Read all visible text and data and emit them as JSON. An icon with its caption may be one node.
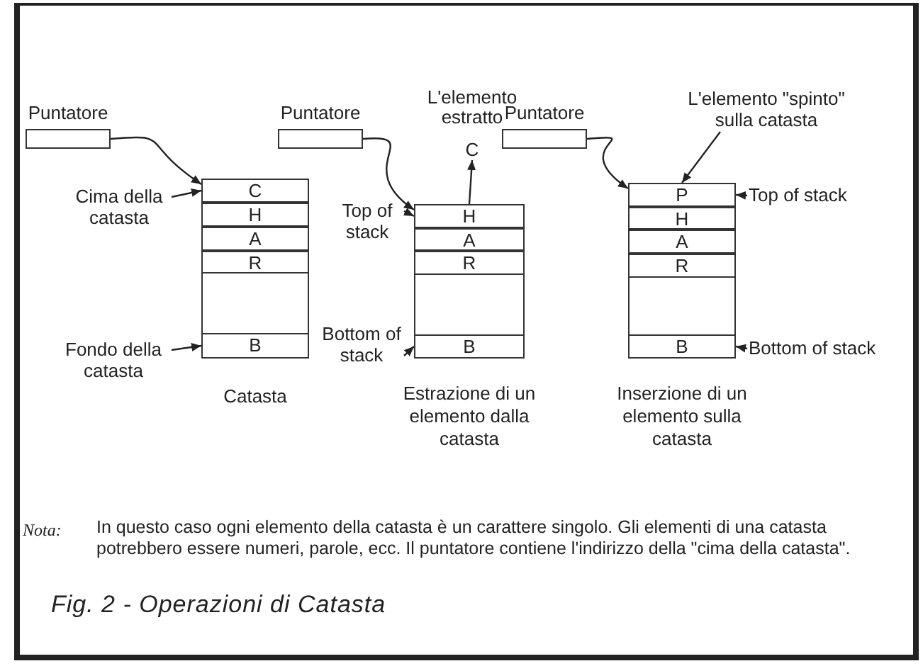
{
  "diagram": {
    "caption": "Fig. 2 - Operazioni di Catasta",
    "nodes": [
      {
        "text": [
          "Puntatore"
        ]
      },
      {
        "text": [
          "Catasta"
        ]
      },
      {
        "text": [
          "C"
        ],
        "in": 1
      },
      {
        "text": [
          "H"
        ],
        "in": 1
      },
      {
        "text": [
          "A"
        ],
        "in": 1
      },
      {
        "text": [
          "R"
        ],
        "in": 1
      },
      {
        "text": [],
        "shape": "box",
        "in": 1
      },
      {
        "text": [
          "B"
        ],
        "in": 1
      },
      {
        "text": [
          "Cima della catasta"
        ]
      },
      {
        "text": [
          "Fondo della catasta"
        ]
      },
      {
        "text": [
          "Puntatore"
        ]
      },
      {
        "text": [
          "C"
        ],
        "beside": [
          "L'elemento estratto"
        ]
      },
      {
        "text": [
          "Estrazione di un elemento dalla catasta"
        ]
      },
      {
        "text": [
          "H"
        ],
        "in": 12
      },
      {
        "text": [
          "A"
        ],
        "in": 12
      },
      {
        "text": [
          "R"
        ],
        "in": 12
      },
      {
        "text": [],
        "shape": "box",
        "in": 12
      },
      {
        "text": [
          "B"
        ],
        "in": 12
      },
      {
        "text": [
          "Top of stack"
        ]
      },
      {
        "text": [
          "Bottom of stack"
        ]
      },
      {
        "text": [
          "Puntatore"
        ]
      },
      {
        "text": [
          "L'elemento \"spinto\" sulla catasta"
        ]
      },
      {
        "text": [
          "Inserzione di un elemento sulla catasta"
        ]
      },
      {
        "text": [
          "P"
        ],
        "in": 22
      },
      {
        "text": [
          "H"
        ],
        "in": 22
      },
      {
        "text": [
          "A"
        ],
        "in": 22
      },
      {
        "text": [
          "R"
        ],
        "in": 22
      },
      {
        "text": [],
        "shape": "box",
        "in": 22
      },
      {
        "text": [
          "B"
        ],
        "in": 22
      },
      {
        "text": [
          "Top of stack"
        ]
      },
      {
        "text": [
          "Bottom of stack"
        ]
      }
    ],
    "edges": [
      {
        "from": 0,
        "to": 2,
        "arrow": "to"
      },
      {
        "from": 8,
        "to": 2,
        "arrow": "to"
      },
      {
        "from": 9,
        "to": 7,
        "arrow": "to"
      },
      {
        "from": 10,
        "to": 13,
        "arrow": "to"
      },
      {
        "from": 13,
        "to": 11,
        "arrow": "to"
      },
      {
        "from": 18,
        "to": 13,
        "arrow": "to"
      },
      {
        "from": 19,
        "to": 17,
        "arrow": "to"
      },
      {
        "from": 20,
        "to": 23,
        "arrow": "to"
      },
      {
        "from": 21,
        "to": 23,
        "arrow": "to"
      },
      {
        "from": 29,
        "to": 23,
        "arrow": "to"
      },
      {
        "from": 30,
        "to": 28,
        "arrow": "to"
      }
    ],
    "labels": [
      "Nota:",
      "In questo caso ogni elemento della catasta è un carattere singolo. Gli elementi di una catasta potrebbero essere numeri, parole, ecc. Il puntatore contiene l'indirizzo della \"cima della catasta\"."
    ]
  }
}
